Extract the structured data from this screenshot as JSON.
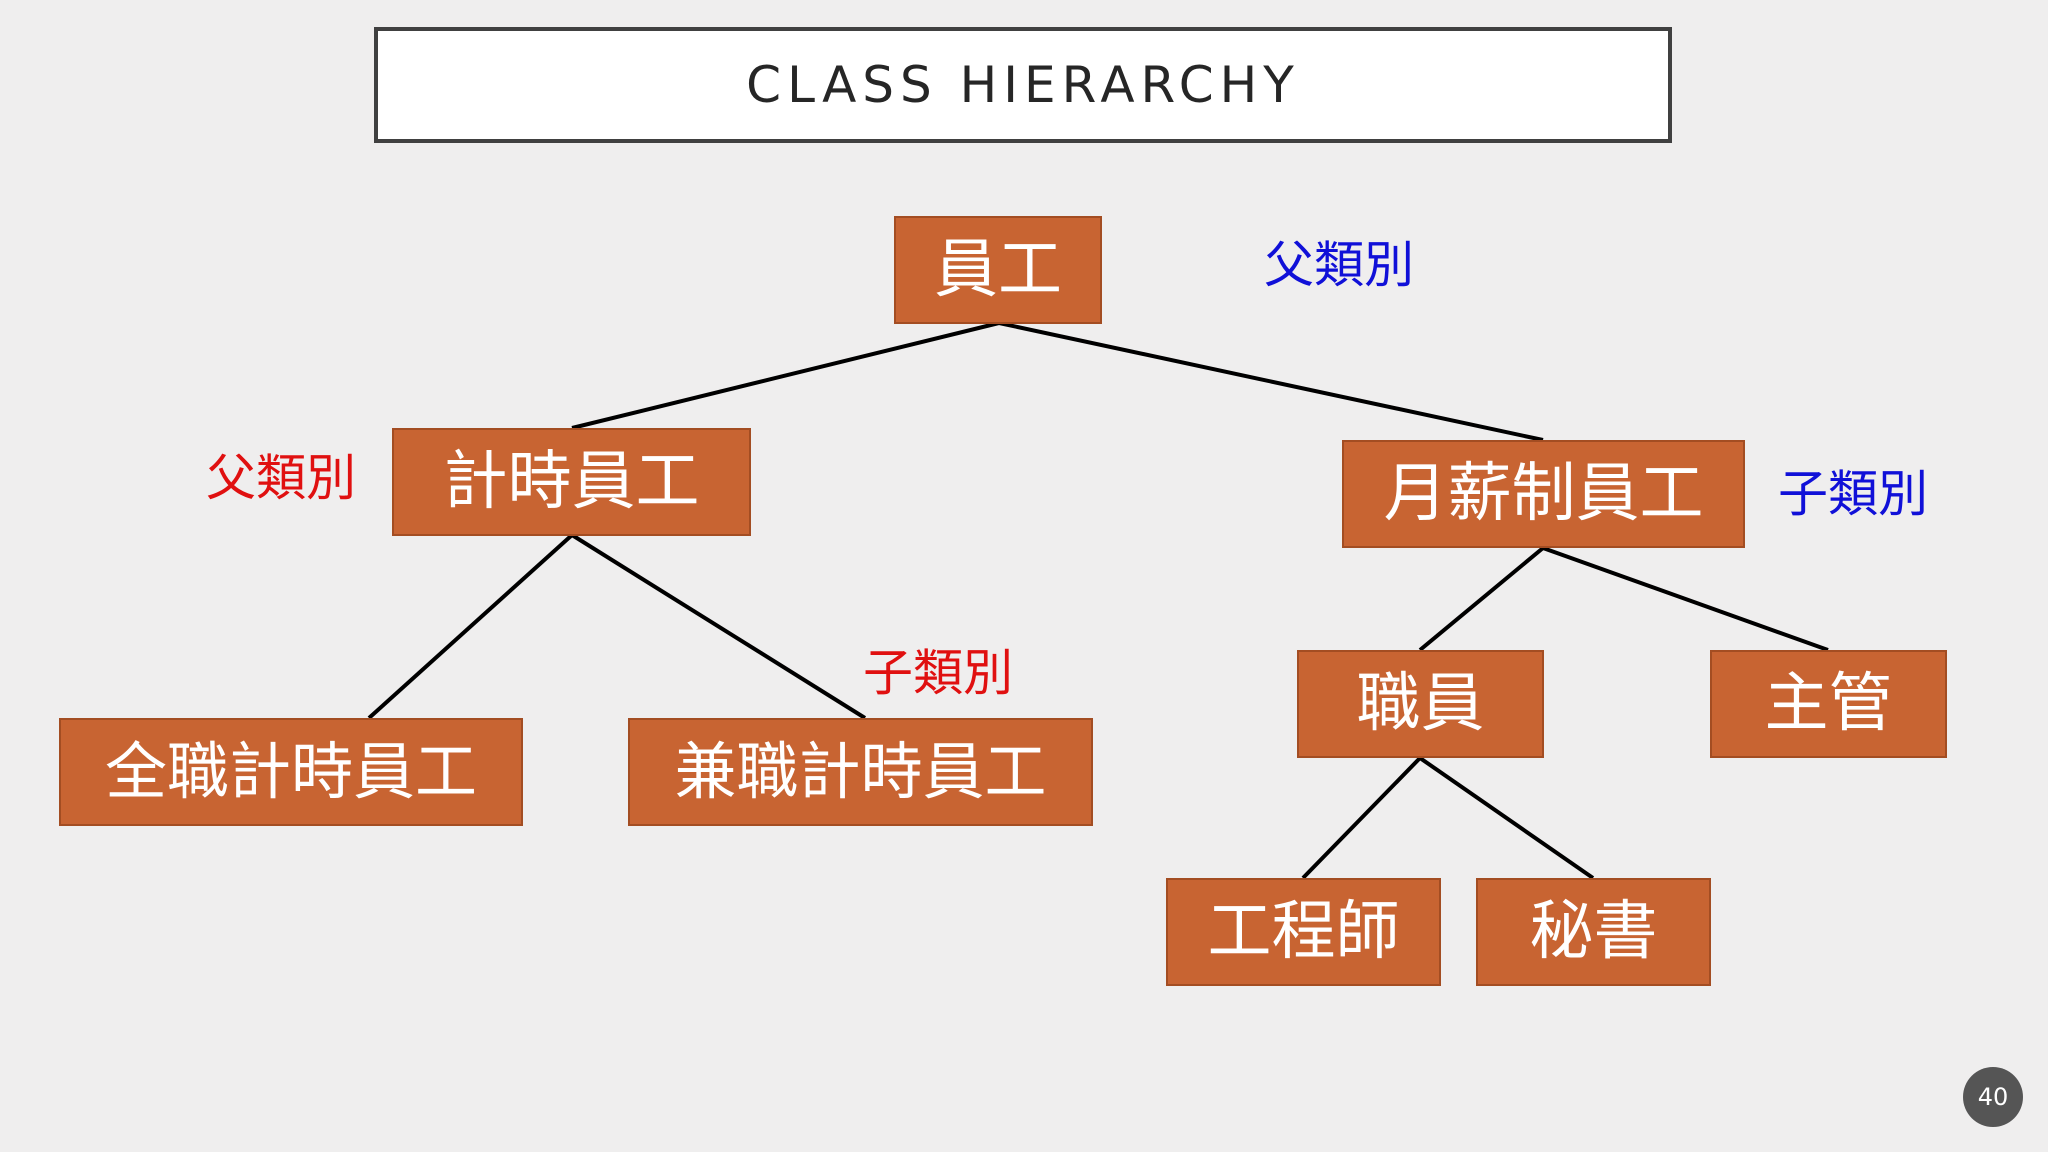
{
  "title": "CLASS HIERARCHY",
  "nodes": {
    "employee": "員工",
    "hourly": "計時員工",
    "monthly": "月薪制員工",
    "fulltime_hourly": "全職計時員工",
    "parttime_hourly": "兼職計時員工",
    "staff": "職員",
    "manager": "主管",
    "engineer": "工程師",
    "secretary": "秘書"
  },
  "labels": {
    "parent_blue": "父類別",
    "child_blue": "子類別",
    "parent_red": "父類別",
    "child_red": "子類別"
  },
  "colors": {
    "node_fill": "#c86432",
    "blue_label": "#1010d8",
    "red_label": "#e01010",
    "connector": "#000000"
  },
  "page_number": "40"
}
